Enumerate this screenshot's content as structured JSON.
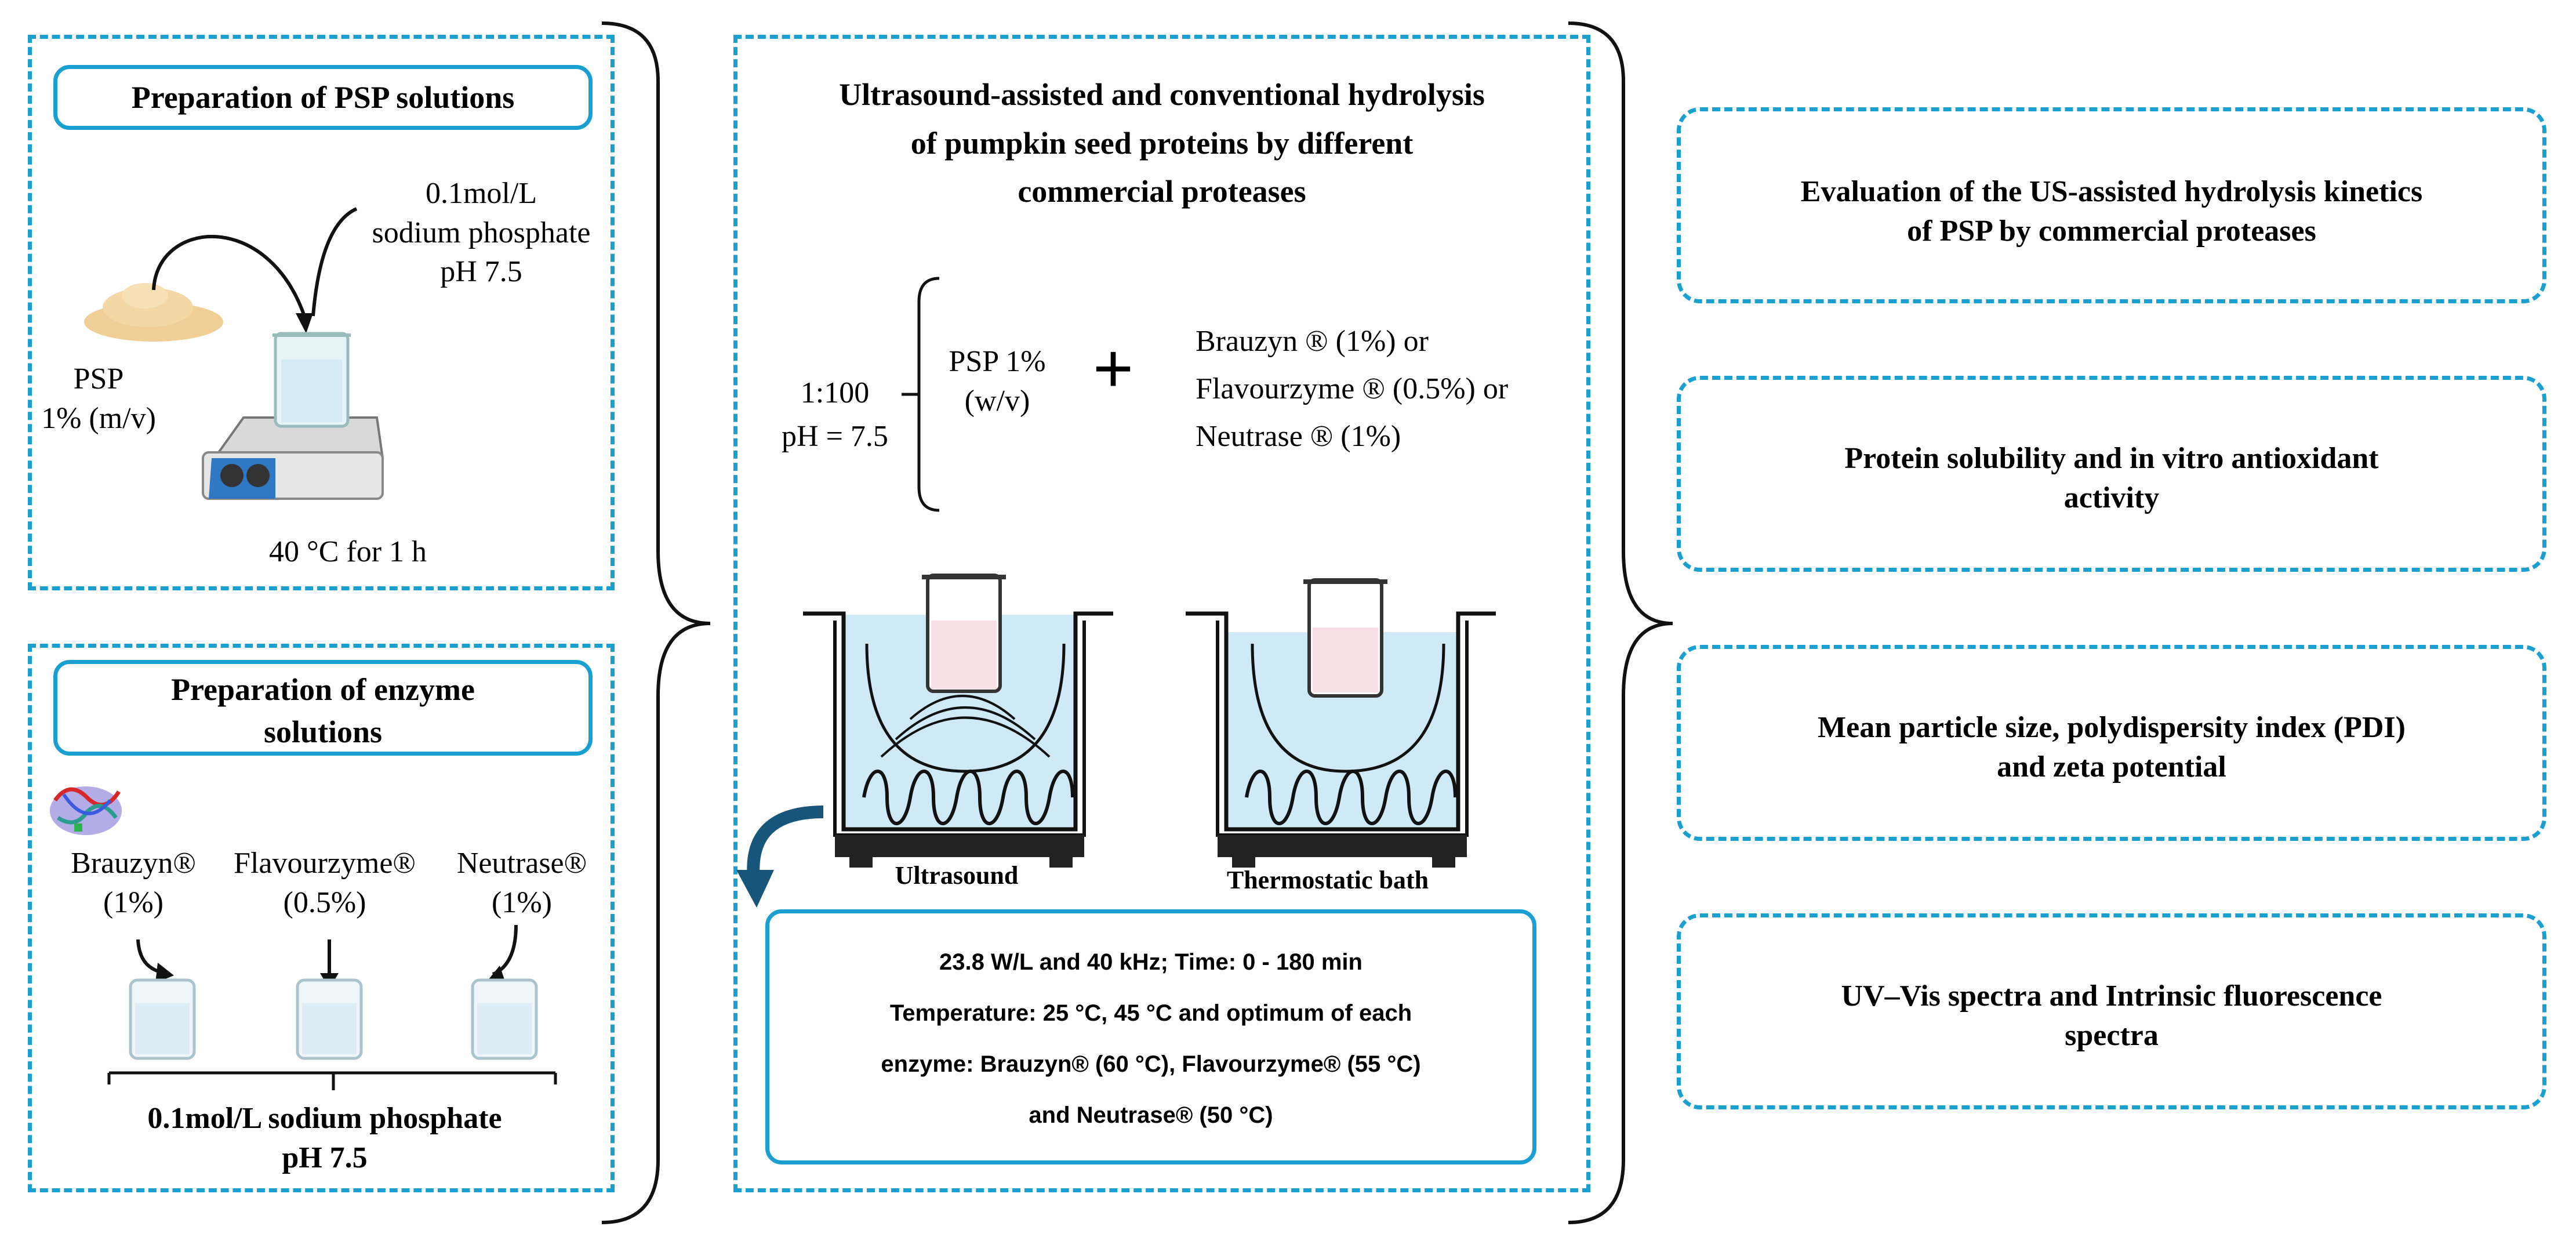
{
  "psp_panel": {
    "title": "Preparation of PSP solutions",
    "buffer_line1": "0.1mol/L",
    "buffer_line2": "sodium phosphate",
    "buffer_line3": "pH 7.5",
    "psp_line1": "PSP",
    "psp_line2": "1% (m/v)",
    "condition": "40 °C for 1 h"
  },
  "enzyme_panel": {
    "title_line1": "Preparation of enzyme",
    "title_line2": "solutions",
    "enzymes": [
      {
        "name": "Brauzyn®",
        "dose": "(1%)"
      },
      {
        "name": "Flavourzyme®",
        "dose": "(0.5%)"
      },
      {
        "name": "Neutrase®",
        "dose": "(1%)"
      }
    ],
    "buffer_line1": "0.1mol/L sodium phosphate",
    "buffer_line2": "pH  7.5"
  },
  "center_panel": {
    "title_line1": "Ultrasound-assisted and conventional hydrolysis",
    "title_line2": "of pumpkin seed proteins by different",
    "title_line3": "commercial proteases",
    "ratio": "1:100",
    "ph": "pH = 7.5",
    "psp_line1": "PSP 1%",
    "psp_line2": "(w/v)",
    "plus": "+",
    "enzyme_line1": "Brauzyn ® (1%) or",
    "enzyme_line2": "Flavourzyme ®  (0.5%) or",
    "enzyme_line3": "Neutrase ® (1%)",
    "label_ultrasound": "Ultrasound",
    "label_bath": "Thermostatic bath",
    "conditions_line1": "23.8 W/L and 40 kHz; Time: 0 - 180 min",
    "conditions_line2": "Temperature: 25 °C, 45 °C and optimum of each",
    "conditions_line3": "enzyme: Brauzyn® (60 °C), Flavourzyme® (55 °C)",
    "conditions_line4": "and Neutrase® (50 °C)"
  },
  "outcomes": [
    {
      "line1": "Evaluation of the US-assisted hydrolysis kinetics",
      "line2": "of PSP by commercial proteases"
    },
    {
      "line1": "Protein solubility and in vitro antioxidant",
      "line2": "activity"
    },
    {
      "line1": "Mean particle size, polydispersity index (PDI)",
      "line2": "and zeta potential"
    },
    {
      "line1": "UV–Vis spectra and Intrinsic fluorescence",
      "line2": "spectra"
    }
  ],
  "colors": {
    "accent": "#1aa0d0",
    "water": "#cfe9f7",
    "sample": "#f9dfe6",
    "powder": "#f0cf96"
  }
}
